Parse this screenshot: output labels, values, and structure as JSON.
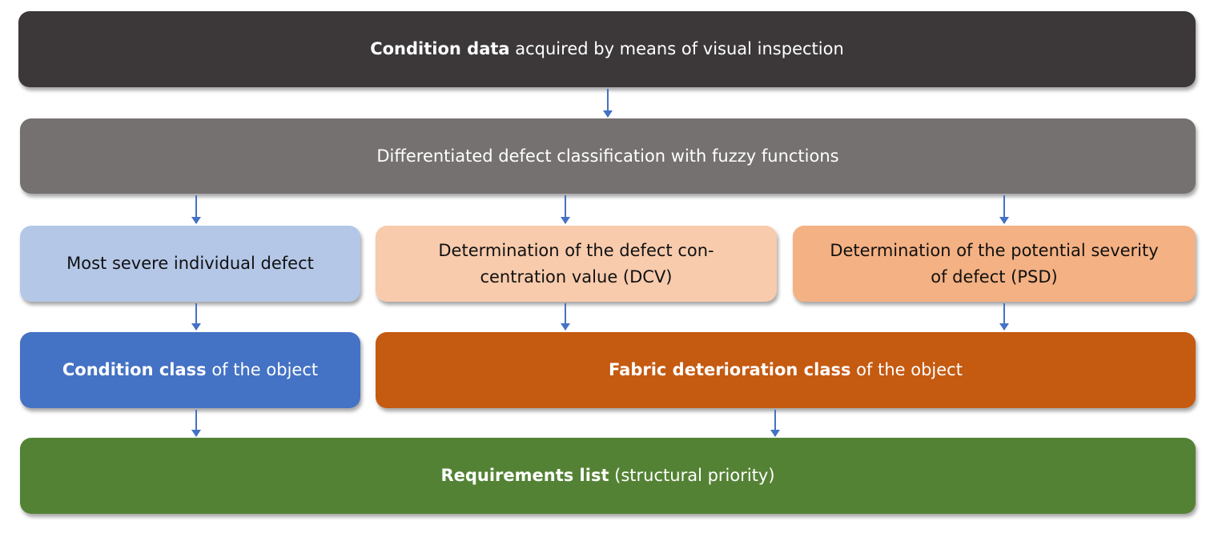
{
  "colors": {
    "top": "#3c3839",
    "classification": "#767171",
    "most_severe": "#b4c7e7",
    "dcv": "#f8cbad",
    "psd": "#f4b183",
    "condition_class": "#4472c4",
    "fabric_class": "#c55a11",
    "requirements": "#548235",
    "arrow": "#4472c4"
  },
  "nodes": {
    "top": {
      "bold": "Condition data",
      "rest": " acquired by means of visual inspection"
    },
    "classification": {
      "text": "Differentiated defect classification with fuzzy functions"
    },
    "most_severe": {
      "text": "Most severe individual defect"
    },
    "dcv": {
      "line1": "Determination of the defect con-",
      "line2": "centration value (DCV)"
    },
    "psd": {
      "line1": "Determination of the potential severity",
      "line2": "of defect (PSD)"
    },
    "condition_class": {
      "bold": "Condition class",
      "rest": " of the object"
    },
    "fabric_class": {
      "bold": "Fabric deterioration class",
      "rest": " of the object"
    },
    "requirements": {
      "bold": "Requirements list",
      "rest": " (structural priority)"
    }
  },
  "edges": [
    [
      "top",
      "classification"
    ],
    [
      "classification",
      "most_severe"
    ],
    [
      "classification",
      "dcv"
    ],
    [
      "classification",
      "psd"
    ],
    [
      "most_severe",
      "condition_class"
    ],
    [
      "dcv",
      "fabric_class"
    ],
    [
      "psd",
      "fabric_class"
    ],
    [
      "condition_class",
      "requirements"
    ],
    [
      "fabric_class",
      "requirements"
    ]
  ]
}
